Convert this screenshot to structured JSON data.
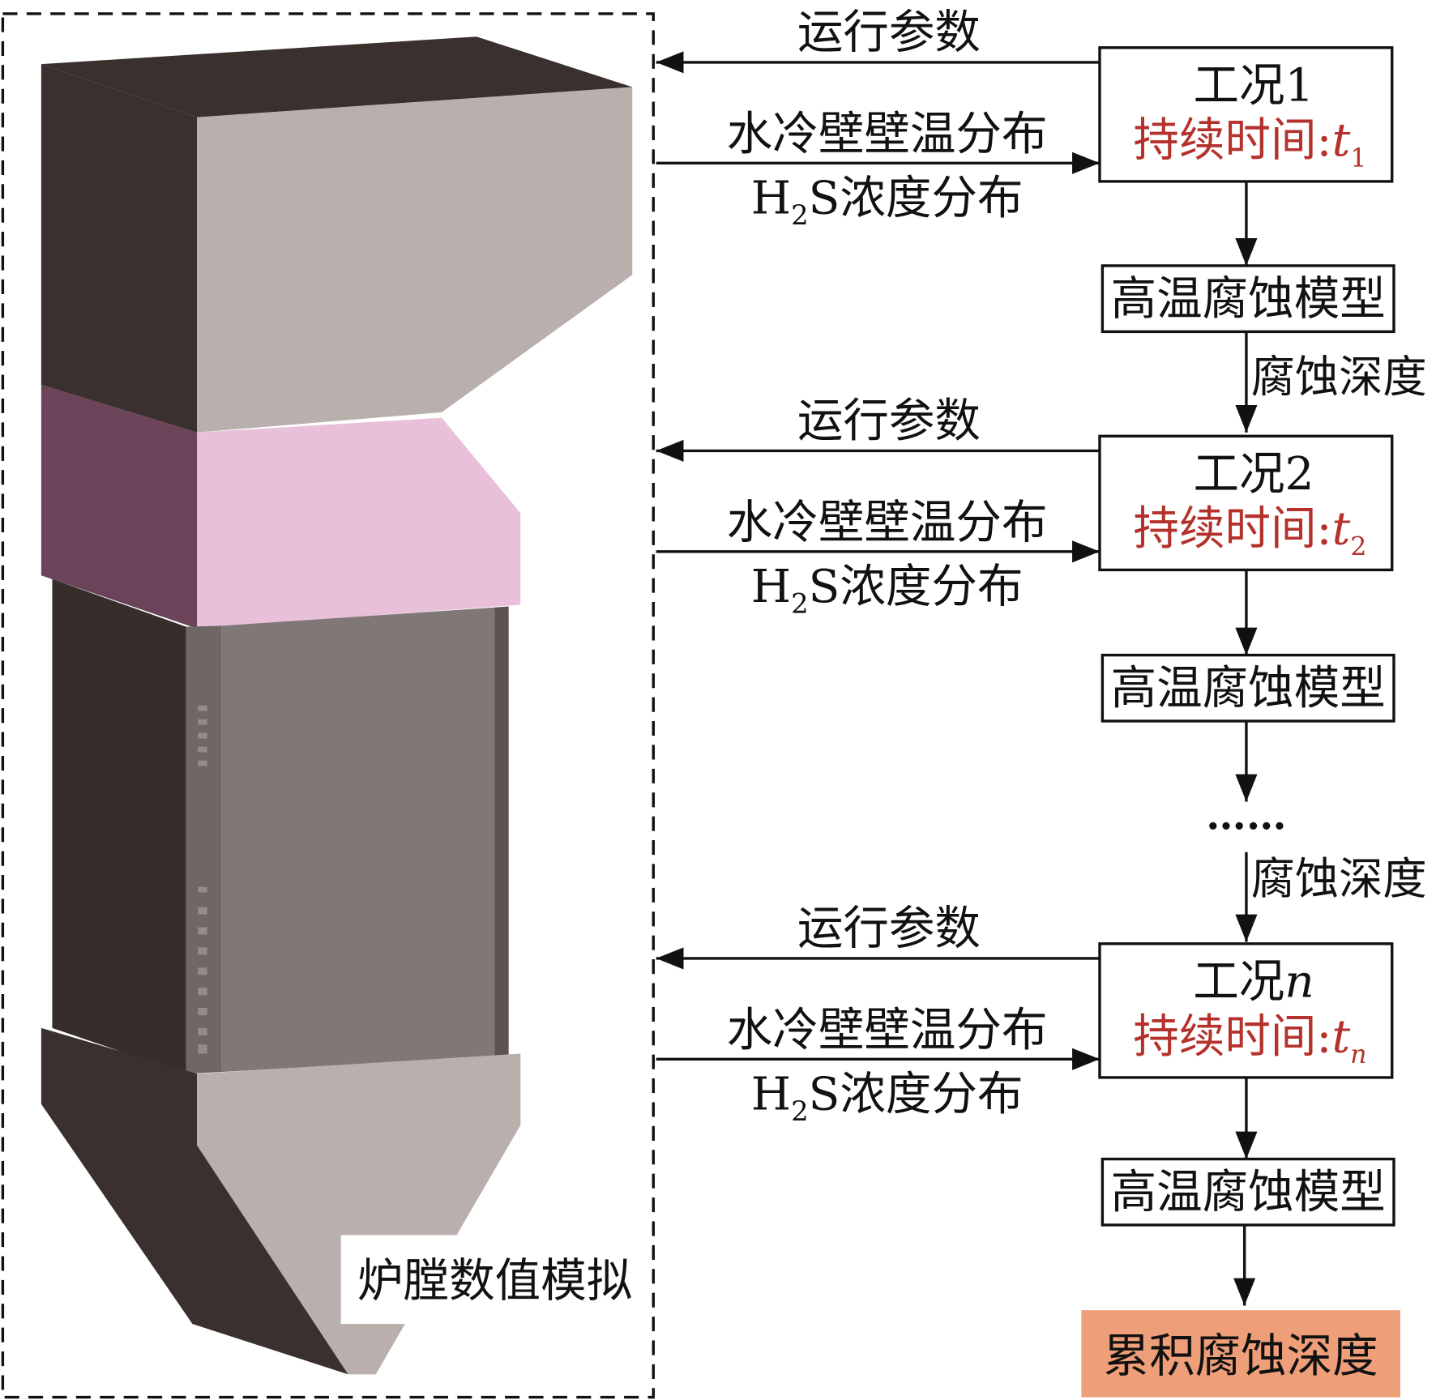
{
  "furnace": {
    "label": "炉膛数值模拟",
    "colors": {
      "dark": "#3a302d",
      "light": "#b9afac",
      "pink_dark": "#6b4459",
      "pink": "#e9c0d9",
      "mid": "#807876",
      "strip": "#706764"
    }
  },
  "stages": [
    {
      "condition": "工况1",
      "duration_label": "持续时间:",
      "duration_var": "t",
      "duration_sub": "1",
      "left_arrow": "运行参数",
      "right_arrow_top": "水冷壁壁温分布",
      "right_arrow_bottom_h": "H",
      "right_arrow_bottom_sub": "2",
      "right_arrow_bottom_rest": "S浓度分布",
      "model": "高温腐蚀模型"
    },
    {
      "condition": "工况2",
      "duration_label": "持续时间:",
      "duration_var": "t",
      "duration_sub": "2",
      "left_arrow": "运行参数",
      "right_arrow_top": "水冷壁壁温分布",
      "right_arrow_bottom_h": "H",
      "right_arrow_bottom_sub": "2",
      "right_arrow_bottom_rest": "S浓度分布",
      "model": "高温腐蚀模型"
    },
    {
      "condition": "工况",
      "condition_var": "n",
      "duration_label": "持续时间:",
      "duration_var": "t",
      "duration_sub": "n",
      "left_arrow": "运行参数",
      "right_arrow_top": "水冷壁壁温分布",
      "right_arrow_bottom_h": "H",
      "right_arrow_bottom_sub": "2",
      "right_arrow_bottom_rest": "S浓度分布",
      "model": "高温腐蚀模型"
    }
  ],
  "corrosion_depth_label": "腐蚀深度",
  "ellipsis": "……",
  "result": {
    "label": "累积腐蚀深度",
    "color": "#ee9f79"
  },
  "text_color_red": "#b5322c"
}
